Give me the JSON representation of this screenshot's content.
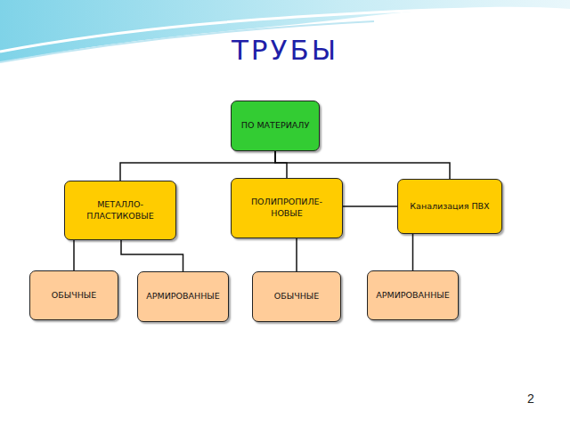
{
  "diagram": {
    "title": "ТРУБЫ",
    "nodes": [
      {
        "text": [
          "ПО МАТЕРИАЛУ"
        ]
      },
      {
        "text": [
          "МЕТАЛЛО- ПЛАСТИКОВЫЕ"
        ]
      },
      {
        "text": [
          "ПОЛИПРОПИЛЕ- НОВЫЕ"
        ]
      },
      {
        "text": [
          "Канализация ПВХ"
        ]
      },
      {
        "text": [
          "ОБЫЧНЫЕ"
        ]
      },
      {
        "text": [
          "АРМИРОВАННЫЕ"
        ]
      },
      {
        "text": [
          "ОБЫЧНЫЕ"
        ]
      },
      {
        "text": [
          "АРМИРОВАННЫЕ"
        ]
      }
    ],
    "edges": [
      {
        "from": 0,
        "to": 1,
        "arrow": "none"
      },
      {
        "from": 0,
        "to": 2,
        "arrow": "none"
      },
      {
        "from": 0,
        "to": 3,
        "arrow": "none"
      },
      {
        "from": 1,
        "to": 4,
        "arrow": "none"
      },
      {
        "from": 1,
        "to": 5,
        "arrow": "none"
      },
      {
        "from": 2,
        "to": 6,
        "arrow": "none"
      },
      {
        "from": 3,
        "to": 7,
        "arrow": "none"
      },
      {
        "from": 2,
        "to": 3,
        "arrow": "none"
      }
    ],
    "labels": [
      "2"
    ]
  }
}
